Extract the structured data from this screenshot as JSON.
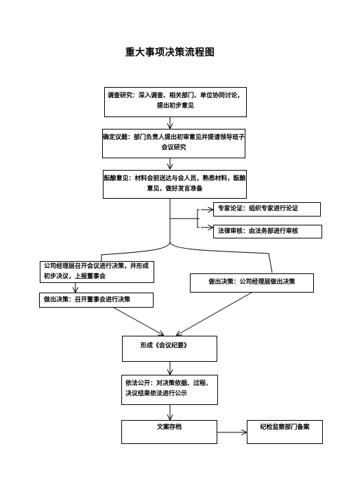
{
  "title": "重大事项决策流程图",
  "nodes": {
    "research": "调查研究：深入调查、相关部门、单位协同讨论，提出初步意见",
    "topic": "确定议题：部门负责人提出初审意见并提请领导班子会议研究",
    "deliberate": "酝酿意见：材料会前送达与会人员，熟悉材料，酝酿意见，做好发言准备",
    "expert": "专家论证：组织专家进行论证",
    "legal": "法律审核：由法务部进行审核",
    "manager_meeting": "公司经理层召开会议进行决策，并形成初步决议，上报董事会",
    "board_decision": "做出决策：召开董事会进行决策",
    "manager_decision": "做出决策：公司经理层做出决策",
    "minutes": "形成《会议纪要》",
    "publicity": "依法公开：对决策依据、过程、决议结果依法进行公示",
    "archive": "文案存档",
    "filing": "纪检监察部门备案"
  }
}
